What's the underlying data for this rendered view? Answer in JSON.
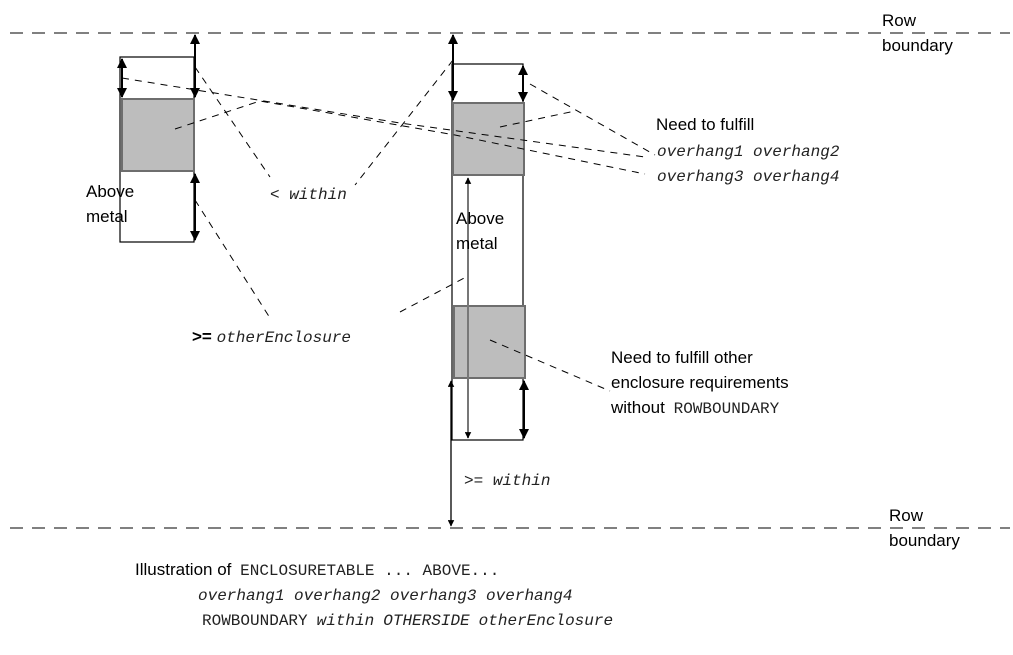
{
  "diagram": {
    "row_boundary_label": [
      "Row",
      "boundary"
    ],
    "left_metal_label": [
      "Above",
      "metal"
    ],
    "middle_metal_label": [
      "Above",
      "metal"
    ],
    "within_less_label": {
      "op": "< ",
      "term": "within"
    },
    "other_enclosure_label": {
      "op": ">= ",
      "term": "otherEnclosure"
    },
    "within_geq_label": {
      "op": ">= ",
      "term": "within"
    },
    "fulfill_overhang": {
      "line1": "Need to fulfill",
      "line2": "overhang1 overhang2",
      "line3": "overhang3 overhang4"
    },
    "fulfill_other": {
      "line1": "Need to fulfill other",
      "line2": "enclosure requirements",
      "line3_prefix": "without ",
      "line3_keyword": "ROWBOUNDARY"
    }
  },
  "caption": {
    "prefix": "Illustration of ",
    "keyword1": "ENCLOSURETABLE ... ABOVE...",
    "line2": "overhang1 overhang2 overhang3 overhang4",
    "line3_kw1": "ROWBOUNDARY",
    "line3_it1": "within",
    "line3_kw2": "OTHERSIDE",
    "line3_it2": "otherEnclosure"
  }
}
